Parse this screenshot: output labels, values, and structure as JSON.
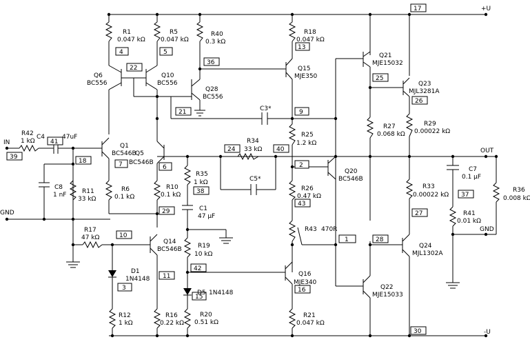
{
  "rails": {
    "positive": "+U",
    "negative": "-U",
    "out": "OUT",
    "in": "IN",
    "gnd_left": "GND",
    "gnd_right": "GND"
  },
  "nodes": [
    "17",
    "4",
    "5",
    "13",
    "22",
    "36",
    "25",
    "26",
    "21",
    "9",
    "41",
    "39",
    "18",
    "24",
    "40",
    "7",
    "6",
    "2",
    "38",
    "43",
    "1",
    "29",
    "10",
    "28",
    "27",
    "37",
    "42",
    "11",
    "3",
    "15",
    "16",
    "30"
  ],
  "components": [
    {
      "ref": "R1",
      "value": "0.047 kΩ"
    },
    {
      "ref": "R5",
      "value": "0.047 kΩ"
    },
    {
      "ref": "R40",
      "value": "0.3 kΩ"
    },
    {
      "ref": "R18",
      "value": "0.047 kΩ"
    },
    {
      "ref": "Q21",
      "value": "MJE15032"
    },
    {
      "ref": "Q6",
      "value": "BC556"
    },
    {
      "ref": "Q10",
      "value": "BC556"
    },
    {
      "ref": "Q15",
      "value": "MJE350"
    },
    {
      "ref": "Q28",
      "value": "BC556"
    },
    {
      "ref": "Q23",
      "value": "MJL3281A"
    },
    {
      "ref": "C3*",
      "value": ""
    },
    {
      "ref": "R27",
      "value": "0.068 kΩ"
    },
    {
      "ref": "R29",
      "value": "0.00022 kΩ"
    },
    {
      "ref": "R42",
      "value": "1 kΩ"
    },
    {
      "ref": "C4",
      "value": "47uF"
    },
    {
      "ref": "Q1",
      "value": "BC546B"
    },
    {
      "ref": "Q5",
      "value": "BC546B"
    },
    {
      "ref": "R25",
      "value": "1.2 kΩ"
    },
    {
      "ref": "R34",
      "value": "33 kΩ"
    },
    {
      "ref": "Q20",
      "value": "BC546B"
    },
    {
      "ref": "C7",
      "value": "0.1 μF"
    },
    {
      "ref": "R35",
      "value": "1 kΩ"
    },
    {
      "ref": "C5*",
      "value": ""
    },
    {
      "ref": "C8",
      "value": "1 nF"
    },
    {
      "ref": "R11",
      "value": "33 kΩ"
    },
    {
      "ref": "R6",
      "value": "0.1 kΩ"
    },
    {
      "ref": "R10",
      "value": "0.1 kΩ"
    },
    {
      "ref": "R26",
      "value": "0.47 kΩ"
    },
    {
      "ref": "R33",
      "value": "0.00022 kΩ"
    },
    {
      "ref": "R36",
      "value": "0.008 kΩ"
    },
    {
      "ref": "C1",
      "value": "47 μF"
    },
    {
      "ref": "R43",
      "value": "470R"
    },
    {
      "ref": "R41",
      "value": "0.01 kΩ"
    },
    {
      "ref": "R17",
      "value": "47 kΩ"
    },
    {
      "ref": "Q14",
      "value": "BC546B"
    },
    {
      "ref": "R19",
      "value": "10 kΩ"
    },
    {
      "ref": "Q24",
      "value": "MJL1302A"
    },
    {
      "ref": "D1",
      "value": "1N4148"
    },
    {
      "ref": "Q16",
      "value": "MJE340"
    },
    {
      "ref": "D5",
      "value": "1N4148"
    },
    {
      "ref": "Q22",
      "value": "MJE15033"
    },
    {
      "ref": "R12",
      "value": "1 kΩ"
    },
    {
      "ref": "R16",
      "value": "0.22 kΩ"
    },
    {
      "ref": "R20",
      "value": "0.51 kΩ"
    },
    {
      "ref": "R21",
      "value": "0.047 kΩ"
    }
  ]
}
